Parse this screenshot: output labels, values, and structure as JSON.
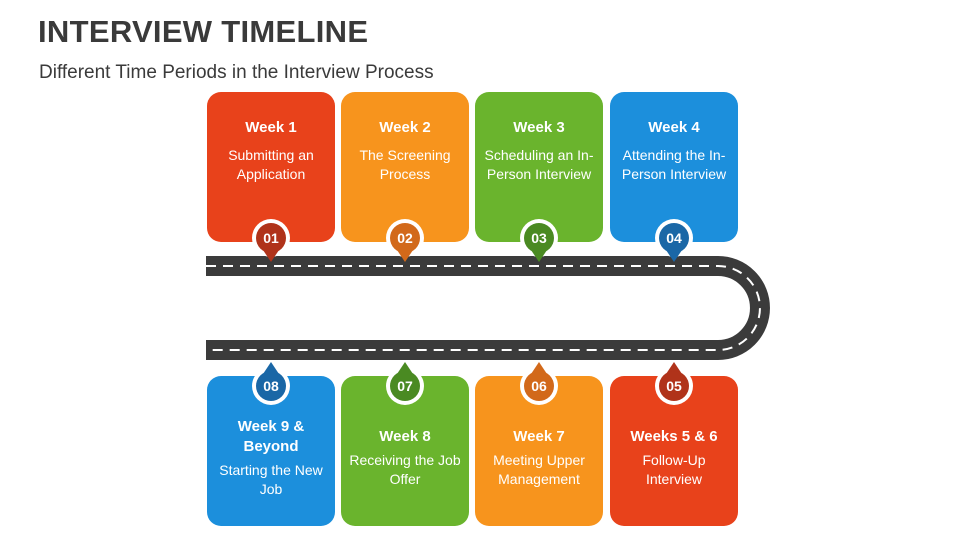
{
  "header": {
    "title": "INTERVIEW TIMELINE",
    "subtitle": "Different Time Periods in the Interview Process"
  },
  "steps": [
    {
      "num": "01",
      "week": "Week 1",
      "desc": "Submitting an Application",
      "color": "#e8421b",
      "pin_color": "#b0331a"
    },
    {
      "num": "02",
      "week": "Week 2",
      "desc": "The Screening Process",
      "color": "#f7941d",
      "pin_color": "#d2691a"
    },
    {
      "num": "03",
      "week": "Week 3",
      "desc": "Scheduling an In-Person Interview",
      "color": "#6ab42d",
      "pin_color": "#4a8a22"
    },
    {
      "num": "04",
      "week": "Week 4",
      "desc": "Attending the In-Person Interview",
      "color": "#1c8fdc",
      "pin_color": "#1a67a6"
    },
    {
      "num": "05",
      "week": "Weeks 5 & 6",
      "desc": "Follow-Up Interview",
      "color": "#e8421b",
      "pin_color": "#b0331a"
    },
    {
      "num": "06",
      "week": "Week 7",
      "desc": "Meeting Upper Management",
      "color": "#f7941d",
      "pin_color": "#d2691a"
    },
    {
      "num": "07",
      "week": "Week 8",
      "desc": "Receiving the Job Offer",
      "color": "#6ab42d",
      "pin_color": "#4a8a22"
    },
    {
      "num": "08",
      "week": "Week 9 & Beyond",
      "desc": "Starting the New Job",
      "color": "#1c8fdc",
      "pin_color": "#1a67a6"
    }
  ],
  "road": {
    "asphalt": "#3b3b3b",
    "dash": "#ffffff"
  }
}
